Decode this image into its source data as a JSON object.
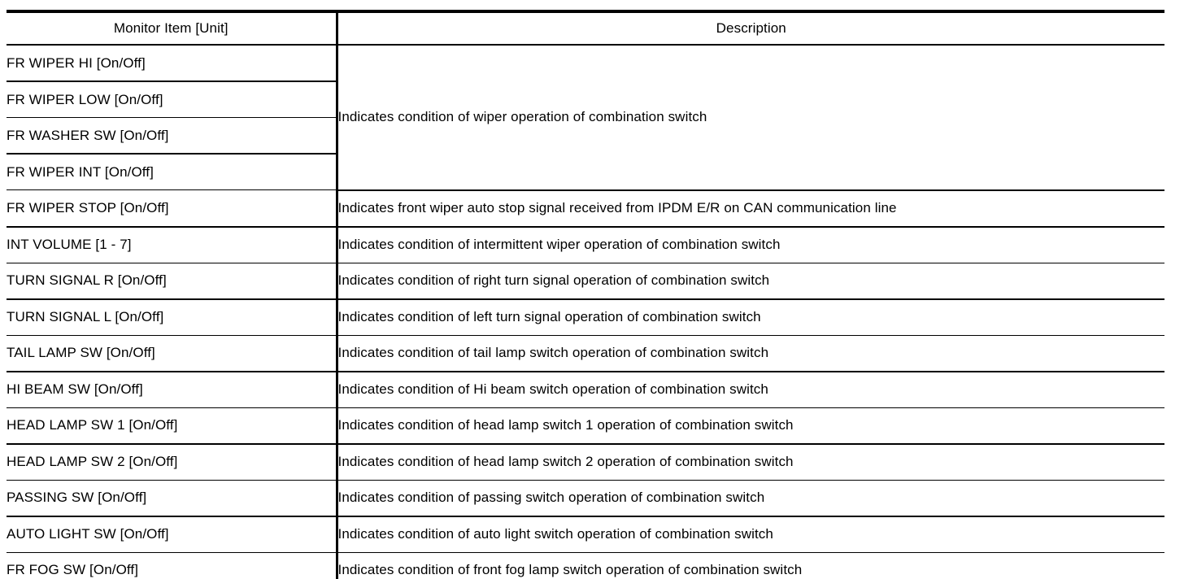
{
  "table": {
    "headers": {
      "item": "Monitor Item [Unit]",
      "description": "Description"
    },
    "merged_description": "Indicates condition of wiper operation of combination switch",
    "rows": [
      {
        "item": "FR WIPER HI [On/Off]",
        "description": ""
      },
      {
        "item": "FR WIPER LOW [On/Off]",
        "description": ""
      },
      {
        "item": "FR WASHER SW [On/Off]",
        "description": ""
      },
      {
        "item": "FR WIPER INT [On/Off]",
        "description": ""
      },
      {
        "item": "FR WIPER STOP [On/Off]",
        "description": "Indicates front wiper auto stop signal received from IPDM E/R on CAN communication line"
      },
      {
        "item": "INT VOLUME [1 - 7]",
        "description": "Indicates condition of intermittent wiper operation of combination switch"
      },
      {
        "item": "TURN SIGNAL R [On/Off]",
        "description": "Indicates condition of right turn signal operation of combination switch"
      },
      {
        "item": "TURN SIGNAL L [On/Off]",
        "description": "Indicates condition of left turn signal operation of combination switch"
      },
      {
        "item": "TAIL LAMP SW [On/Off]",
        "description": "Indicates condition of tail lamp switch operation of combination switch"
      },
      {
        "item": "HI BEAM SW [On/Off]",
        "description": "Indicates condition of Hi beam switch operation of combination switch"
      },
      {
        "item": "HEAD LAMP SW 1 [On/Off]",
        "description": "Indicates condition of head lamp switch 1 operation of combination switch"
      },
      {
        "item": "HEAD LAMP SW 2 [On/Off]",
        "description": "Indicates condition of head lamp switch 2 operation of combination switch"
      },
      {
        "item": "PASSING SW [On/Off]",
        "description": "Indicates condition of passing switch operation of combination switch"
      },
      {
        "item": "AUTO LIGHT SW [On/Off]",
        "description": "Indicates condition of auto light switch operation of combination switch"
      },
      {
        "item": "FR FOG SW [On/Off]",
        "description": "Indicates condition of front fog lamp switch operation of combination switch"
      }
    ]
  },
  "colors": {
    "text": "#000000",
    "rule": "#000000",
    "background": "#ffffff"
  }
}
